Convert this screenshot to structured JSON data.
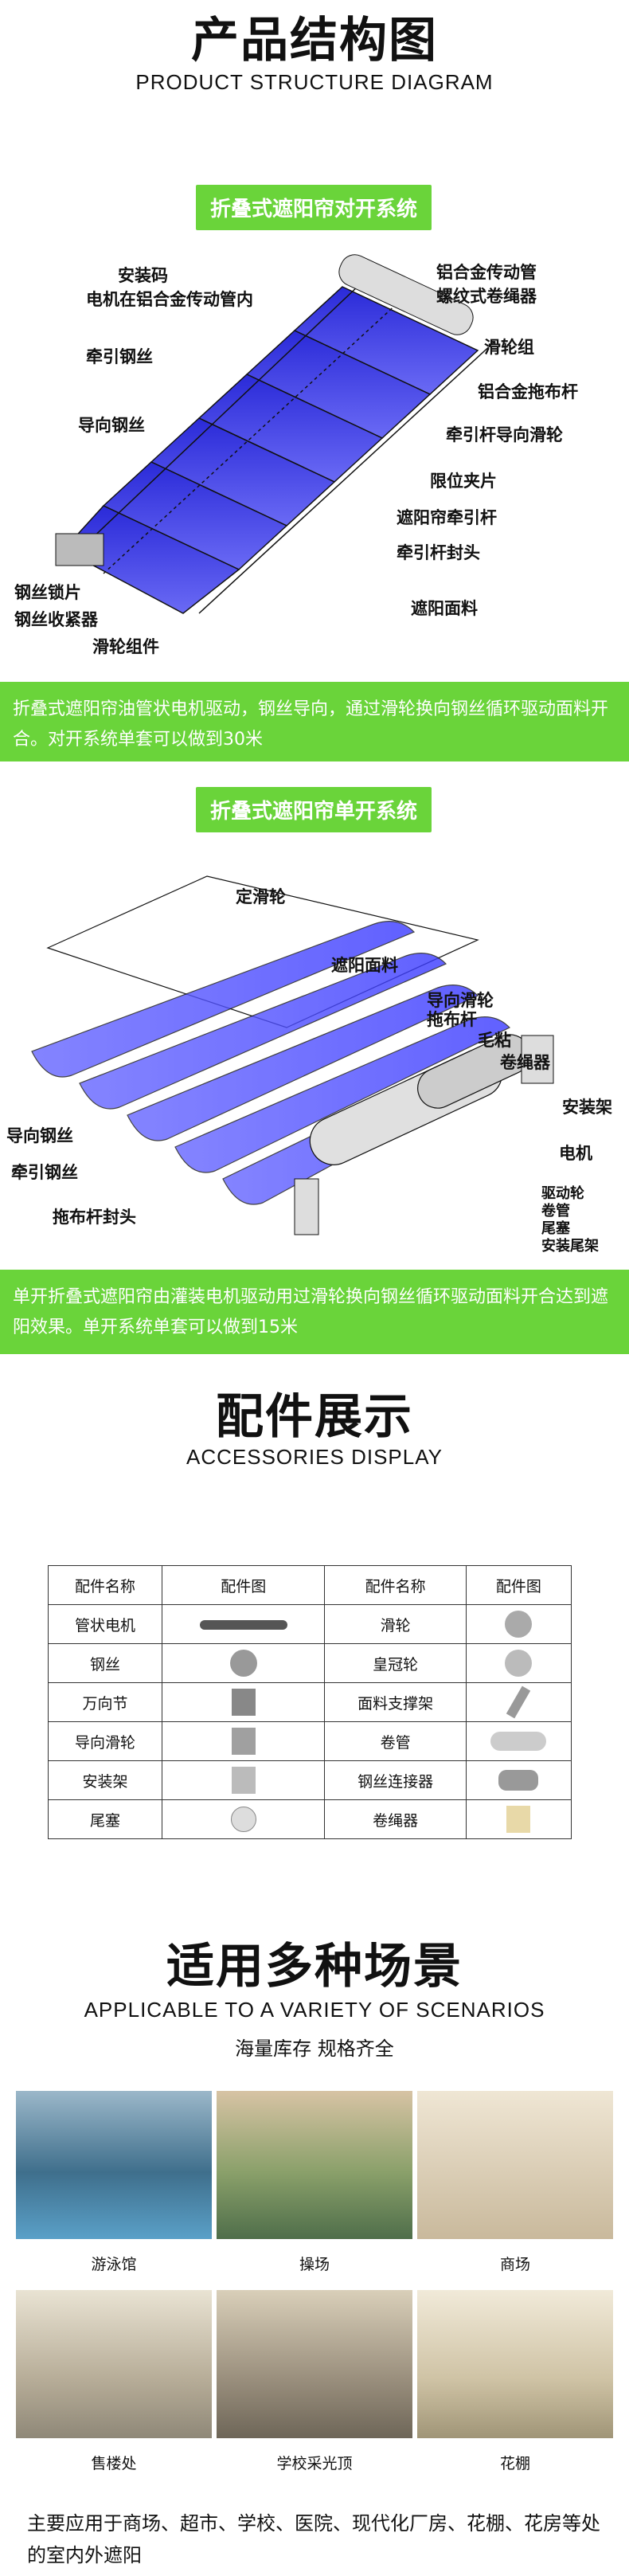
{
  "section1": {
    "title_cn": "产品结构图",
    "title_en": "PRODUCT STRUCTURE DIAGRAM"
  },
  "sys1": {
    "pill": "折叠式遮阳帘对开系统",
    "labels_left": [
      "安装码",
      "电机在铝合金传动管内",
      "牵引钢丝",
      "导向钢丝",
      "钢丝锁片",
      "钢丝收紧器",
      "滑轮组件"
    ],
    "labels_right": [
      "铝合金传动管",
      "螺纹式卷绳器",
      "滑轮组",
      "铝合金拖布杆",
      "牵引杆导向滑轮",
      "限位夹片",
      "遮阳帘牵引杆",
      "牵引杆封头",
      "遮阳面料"
    ],
    "desc": "折叠式遮阳帘油管状电机驱动，钢丝导向，通过滑轮换向钢丝循环驱动面料开合。对开系统单套可以做到30米"
  },
  "sys2": {
    "pill": "折叠式遮阳帘单开系统",
    "labels": [
      "定滑轮",
      "遮阳面料",
      "导向滑轮",
      "拖布杆",
      "毛粘",
      "卷绳器",
      "安装架",
      "电机",
      "导向钢丝",
      "牵引钢丝",
      "拖布杆封头",
      "驱动轮",
      "卷管",
      "尾塞",
      "安装尾架"
    ],
    "desc": "单开折叠式遮阳帘由灌装电机驱动用过滑轮换向钢丝循环驱动面料开合达到遮阳效果。单开系统单套可以做到15米"
  },
  "accessories": {
    "title_cn": "配件展示",
    "title_en": "ACCESSORIES DISPLAY",
    "headers": [
      "配件名称",
      "配件图",
      "配件名称",
      "配件图"
    ],
    "rows": [
      [
        "管状电机",
        "滑轮"
      ],
      [
        "钢丝",
        "皇冠轮"
      ],
      [
        "万向节",
        "面料支撑架"
      ],
      [
        "导向滑轮",
        "卷管"
      ],
      [
        "安装架",
        "钢丝连接器"
      ],
      [
        "尾塞",
        "卷绳器"
      ]
    ]
  },
  "scenes": {
    "title_cn": "适用多种场景",
    "title_en": "APPLICABLE TO A VARIETY OF SCENARIOS",
    "sub": "海量库存  规格齐全",
    "captions": [
      "游泳馆",
      "操场",
      "商场",
      "售楼处",
      "学校采光顶",
      "花棚"
    ],
    "footer": "主要应用于商场、超市、学校、医院、现代化厂房、花棚、花房等处的室内外遮阳"
  }
}
